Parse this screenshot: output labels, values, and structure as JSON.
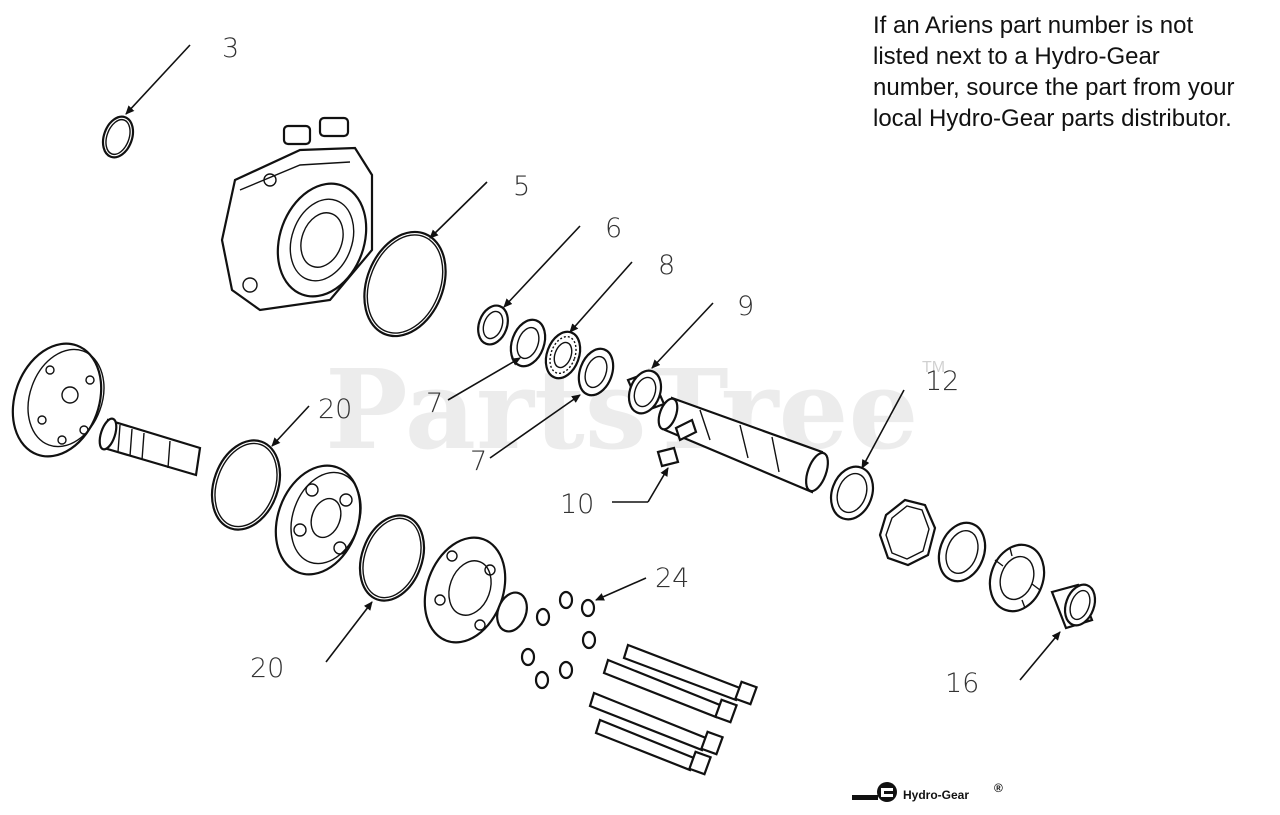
{
  "note_lines": [
    "If an Ariens part number is not",
    "listed next to a Hydro-Gear",
    "number, source the part from your",
    "local Hydro-Gear parts distributor."
  ],
  "watermark": "PartsTree",
  "trademark": "TM",
  "logo": {
    "name": "Hydro-Gear",
    "reg": "®"
  },
  "callouts": [
    {
      "id": "3",
      "label": "3"
    },
    {
      "id": "5",
      "label": "5"
    },
    {
      "id": "6",
      "label": "6"
    },
    {
      "id": "7a",
      "label": "7"
    },
    {
      "id": "7b",
      "label": "7"
    },
    {
      "id": "8",
      "label": "8"
    },
    {
      "id": "9",
      "label": "9"
    },
    {
      "id": "10",
      "label": "10"
    },
    {
      "id": "12",
      "label": "12"
    },
    {
      "id": "16",
      "label": "16"
    },
    {
      "id": "20a",
      "label": "20"
    },
    {
      "id": "20b",
      "label": "20"
    },
    {
      "id": "24",
      "label": "24"
    }
  ]
}
